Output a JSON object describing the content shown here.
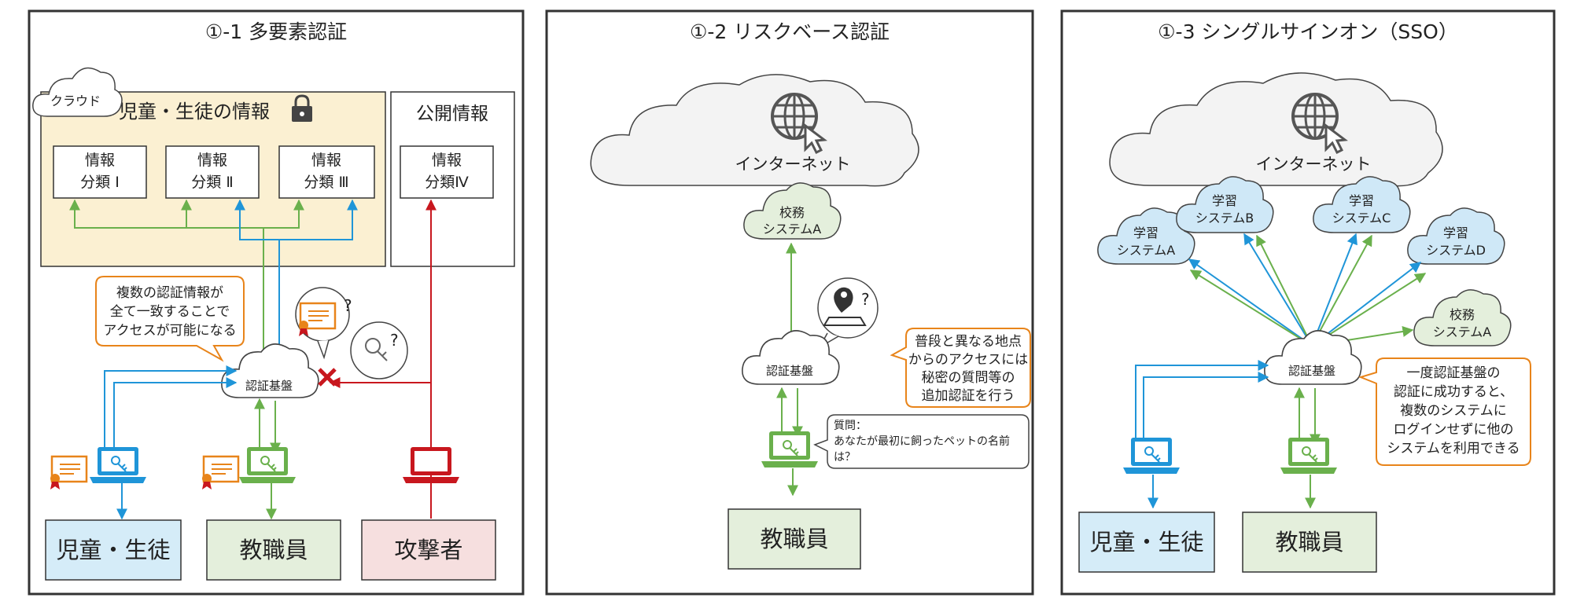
{
  "panel1": {
    "title": "①-1 多要素認証",
    "cloud_label": "クラウド",
    "student_info_label": "児童・生徒の情報",
    "public_info_label": "公開情報",
    "categories": [
      {
        "line1": "情報",
        "line2": "分類 Ⅰ"
      },
      {
        "line1": "情報",
        "line2": "分類 Ⅱ"
      },
      {
        "line1": "情報",
        "line2": "分類 Ⅲ"
      },
      {
        "line1": "情報",
        "line2": "分類Ⅳ"
      }
    ],
    "callout": [
      "複数の認証情報が",
      "全て一致することで",
      "アクセスが可能になる"
    ],
    "auth_label": "認証基盤",
    "question_mark": "?",
    "actors": [
      "児童・生徒",
      "教職員",
      "攻撃者"
    ]
  },
  "panel2": {
    "title": "①-2 リスクベース認証",
    "internet_label": "インターネット",
    "school_system": [
      "校務",
      "システムA"
    ],
    "auth_label": "認証基盤",
    "question_mark": "?",
    "callout": [
      "普段と異なる地点",
      "からのアクセスには",
      "秘密の質問等の",
      "追加認証を行う"
    ],
    "question_bubble": [
      "質問：",
      "あなたが最初に飼ったペットの名前",
      "は？"
    ],
    "actor": "教職員"
  },
  "panel3": {
    "title": "①-3 シングルサインオン（SSO）",
    "internet_label": "インターネット",
    "systems": [
      {
        "line1": "学習",
        "line2": "システムA"
      },
      {
        "line1": "学習",
        "line2": "システムB"
      },
      {
        "line1": "学習",
        "line2": "システムC"
      },
      {
        "line1": "学習",
        "line2": "システムD"
      },
      {
        "line1": "校務",
        "line2": "システムA"
      }
    ],
    "auth_label": "認証基盤",
    "callout": [
      "一度認証基盤の",
      "認証に成功すると、",
      "複数のシステムに",
      "ログインせずに他の",
      "システムを利用できる"
    ],
    "actors": [
      "児童・生徒",
      "教職員"
    ]
  },
  "colors": {
    "blue": "#1f95d8",
    "green": "#6ab04c",
    "red": "#c8171e",
    "orange": "#e8841a",
    "cream": "#fbf0d2",
    "light_blue_box": "#d5ecf8",
    "light_green_box": "#e4efdc",
    "light_red_box": "#f6dfdf",
    "cloud_blue": "#cfe8f7",
    "cloud_green": "#e4efdc"
  }
}
